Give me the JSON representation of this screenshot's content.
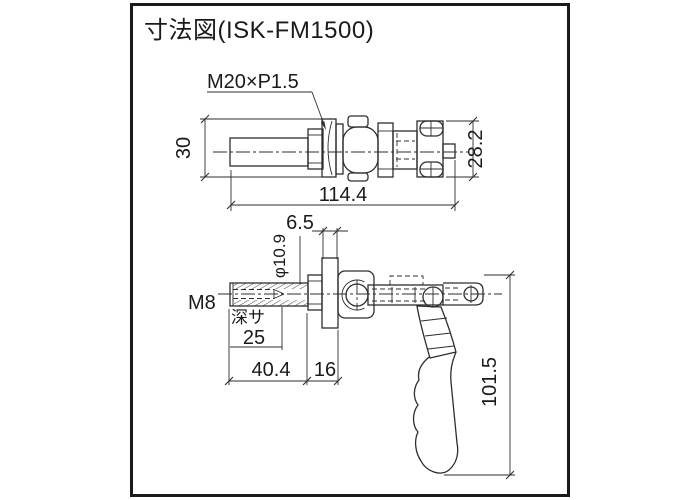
{
  "title": "寸法図(ISK-FM1500)",
  "colors": {
    "line": "#2e2e2e",
    "border": "#1a1a1a",
    "background": "#ffffff"
  },
  "top_view": {
    "thread_label": "M20×P1.5",
    "dim_flange_diameter": "30",
    "dim_overall_length": "114.4",
    "dim_head_height": "28.2"
  },
  "side_view": {
    "dim_flange_thickness": "6.5",
    "dim_rod_diameter": "φ10.9",
    "thread_label": "M8",
    "thread_depth_label": "深サ",
    "thread_depth_value": "25",
    "dim_rod_length": "40.4",
    "dim_base_width": "16",
    "dim_handle_height": "101.5"
  }
}
